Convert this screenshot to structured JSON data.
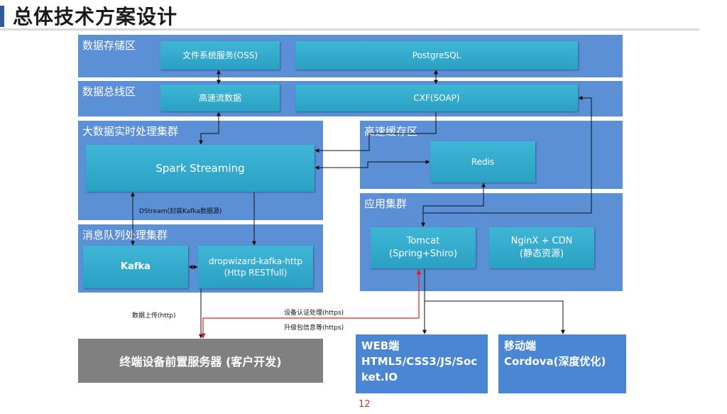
{
  "title": "总体技术方案设计",
  "zones": {
    "storage": "数据存储区",
    "bus": "数据总线区",
    "bigdata": "大数据实时处理集群",
    "cache": "高速缓存区",
    "app": "应用集群",
    "mq": "消息队列处理集群"
  },
  "boxes": {
    "oss": "文件系统服务(OSS)",
    "postgresql": "PostgreSQL",
    "stream": "高速流数据",
    "cxf": "CXF(SOAP)",
    "spark": "Spark Streaming",
    "redis": "Redis",
    "tomcat": "Tomcat\n(Spring+Shiro)",
    "nginx": "NginX + CDN\n(静态资源)",
    "kafka": "Kafka",
    "dropwizard": "dropwizard-kafka-http\n(Http RESTfull)",
    "frontend": "终端设备前置服务器 (客户开发)",
    "web": "WEB端\nHTML5/CSS3/JS/Socket.IO",
    "mobile": "移动端\nCordova(深度优化)"
  },
  "labels": {
    "dstream": "DStream(封装Kafka数据源)",
    "upload": "数据上传(http)",
    "auth": "设备认证处理(https)",
    "upgrade": "升级包信息等(https)"
  },
  "page_number": "12",
  "colors": {
    "zone": "#5b8fd6",
    "box": "#31a9cc",
    "frontend": "#808080",
    "client": "#4a86d4",
    "red_line": "#e02020"
  }
}
